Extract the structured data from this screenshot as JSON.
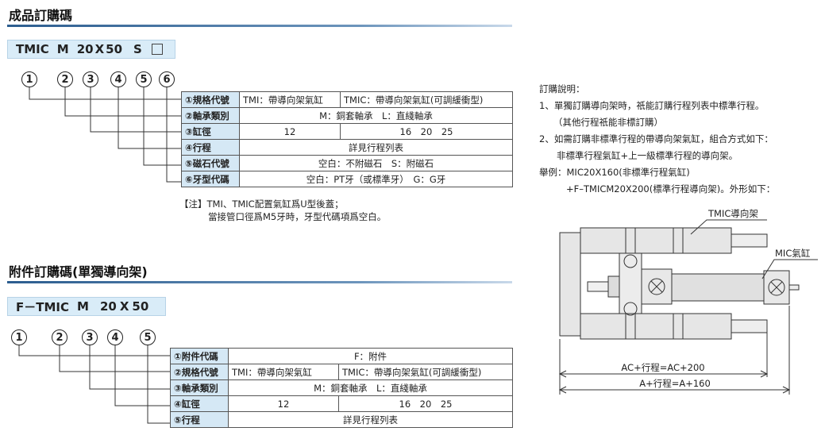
{
  "section1": {
    "title": "成品訂購碼",
    "code": [
      "TMIC",
      "M",
      "20",
      "X",
      "50",
      "S"
    ],
    "numbers": [
      "1",
      "2",
      "3",
      "4",
      "5",
      "6"
    ],
    "rows": [
      {
        "label": "①規格代號",
        "values": [
          "TMI：帶導向架氣缸",
          "TMIC：帶導向架氣缸(可調緩衝型)"
        ]
      },
      {
        "label": "②軸承類別",
        "values": [
          "M：銅套軸承　L：直綫軸承"
        ]
      },
      {
        "label": "③缸徑",
        "values": [
          "12",
          "16　20　25"
        ]
      },
      {
        "label": "④行程",
        "values": [
          "詳見行程列表"
        ]
      },
      {
        "label": "⑤磁石代號",
        "values": [
          "空白：不附磁石　S：附磁石"
        ]
      },
      {
        "label": "⑥牙型代碼",
        "values": [
          "空白：PT牙（或標準牙）　G：G牙"
        ]
      }
    ],
    "note_line1": "【注】TMI、TMIC配置氣缸爲U型後蓋；",
    "note_line2": "當接管口徑爲M5牙時，牙型代碼項爲空白。"
  },
  "section2": {
    "title": "附件訂購碼(單獨導向架)",
    "code": [
      "F－TMIC",
      "M",
      "20",
      "X",
      "50"
    ],
    "numbers": [
      "1",
      "2",
      "3",
      "4",
      "5"
    ],
    "rows": [
      {
        "label": "①附件代碼",
        "values": [
          "F：附件"
        ]
      },
      {
        "label": "②規格代號",
        "values": [
          "TMI：帶導向架氣缸",
          "TMIC：帶導向架氣缸(可調緩衝型)"
        ]
      },
      {
        "label": "③軸承類別",
        "values": [
          "M：銅套軸承　L：直綫軸承"
        ]
      },
      {
        "label": "④缸徑",
        "values": [
          "12",
          "16　20　25"
        ]
      },
      {
        "label": "⑤行程",
        "values": [
          "詳見行程列表"
        ]
      }
    ]
  },
  "order_info": {
    "heading": "訂購說明：",
    "lines": [
      "1、單獨訂購導向架時，祇能訂購行程列表中標準行程。",
      "（其他行程祇能非標訂購）",
      "2、如需訂購非標準行程的帶導向架氣缸，組合方式如下：",
      "非標準行程氣缸+上一級標準行程的導向架。",
      "舉例：MIC20X160(非標準行程氣缸)",
      "+F–TMICM20X200(標準行程導向架)。外形如下："
    ]
  },
  "drawing": {
    "label_guide": "TMIC導向架",
    "label_cylinder": "MIC氣缸",
    "dim1": "AC+行程=AC+200",
    "dim2": "A+行程=A+160"
  }
}
